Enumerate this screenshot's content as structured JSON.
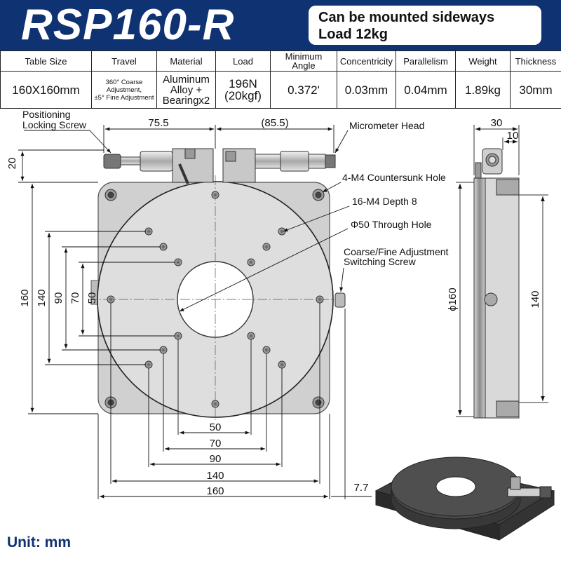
{
  "title": "RSP160-R",
  "note": {
    "line1": "Can be mounted sideways",
    "line2": "Load 12kg"
  },
  "table": {
    "headers": [
      "Table Size",
      "Travel",
      "Material",
      "Load",
      "Minimum Angle",
      "Concentricity",
      "Parallelism",
      "Weight",
      "Thickness"
    ],
    "values": {
      "table_size": "160X160mm",
      "travel": [
        "360° Coarse",
        "Adjustment,",
        "±5° Fine Adjustment"
      ],
      "material": [
        "Aluminum",
        "Alloy +",
        "Bearingx2"
      ],
      "load": [
        "196N",
        "(20kgf)"
      ],
      "min_angle": "0.372'",
      "concentricity": "0.03mm",
      "parallelism": "0.04mm",
      "weight": "1.89kg",
      "thickness": "30mm"
    }
  },
  "drawing": {
    "callouts": {
      "locking_screw": [
        "Positioning",
        "Locking Screw"
      ],
      "micrometer": "Micrometer Head",
      "countersunk": "4-M4 Countersunk Hole",
      "m4_holes": "16-M4 Depth 8",
      "through_hole": "Φ50 Through Hole",
      "switching_screw": [
        "Coarse/Fine Adjustment",
        "Switching Screw"
      ]
    },
    "dims": {
      "top_left": "75.5",
      "top_right": "(85.5)",
      "left_20": "20",
      "v160": "160",
      "v140": "140",
      "v90": "90",
      "v70": "70",
      "v50": "50",
      "h50": "50",
      "h70": "70",
      "h90": "90",
      "h140": "140",
      "h160": "160",
      "h7_7": "7.7",
      "side_30": "30",
      "side_10": "10",
      "side_dia": "ϕ160",
      "side_140": "140"
    }
  },
  "unit": "Unit: mm"
}
